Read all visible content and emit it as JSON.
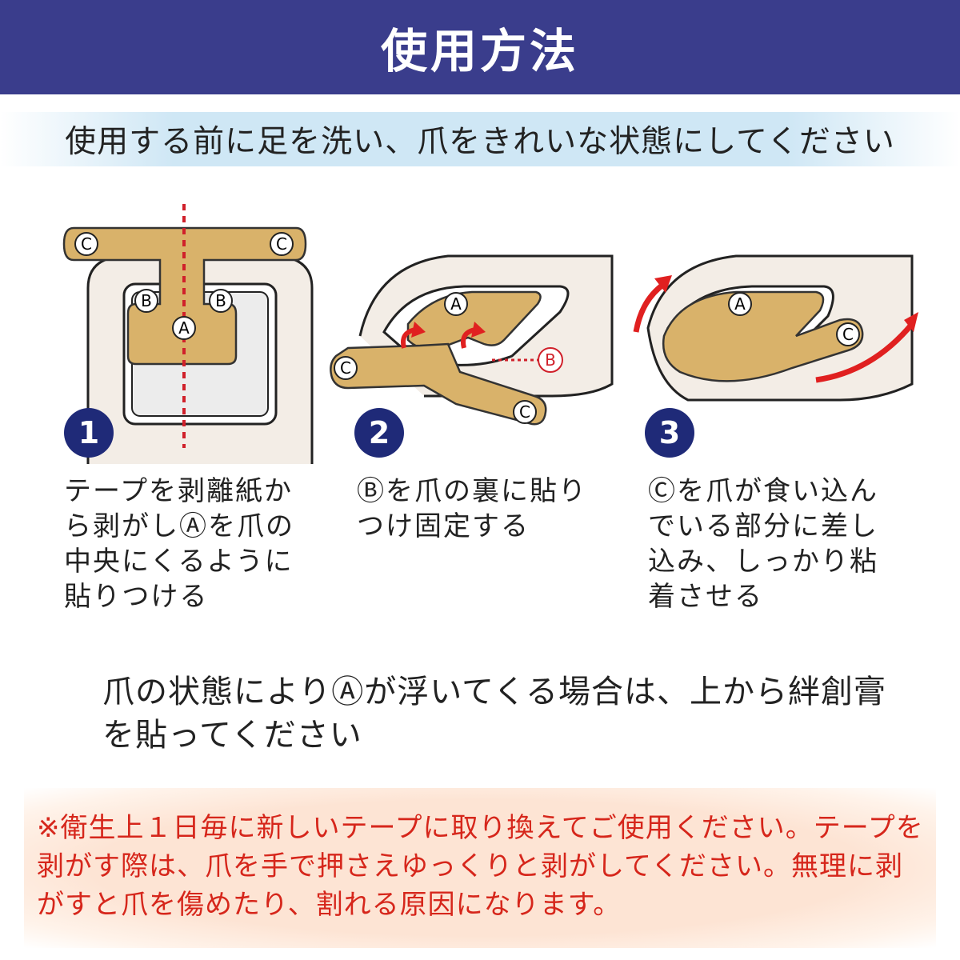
{
  "header": {
    "title": "使用方法"
  },
  "subtitle": "使用する前に足を洗い、爪をきれいな状態にしてください",
  "labels": {
    "a": "A",
    "b": "B",
    "c": "C"
  },
  "steps": [
    {
      "number": "1",
      "text": "テープを剥離紙から剥がしⒶを爪の中央にくるように貼りつける"
    },
    {
      "number": "2",
      "text": "Ⓑを爪の裏に貼りつけ固定する"
    },
    {
      "number": "3",
      "text": "Ⓒを爪が食い込んでいる部分に差し込み、しっかり粘着させる"
    }
  ],
  "note": "爪の状態によりⒶが浮いてくる場合は、上から絆創膏を貼ってください",
  "warning": "※衛生上１日毎に新しいテープに取り換えてご使用ください。テープを剥がす際は、爪を手で押さえゆっくりと剥がしてください。無理に剥がすと爪を傷めたり、割れる原因になります。",
  "colors": {
    "header_bg": "#3a3d8c",
    "tape": "#d9b26a",
    "badge": "#1f2a78",
    "warning_text": "#d6261b",
    "arrow": "#e02020"
  }
}
